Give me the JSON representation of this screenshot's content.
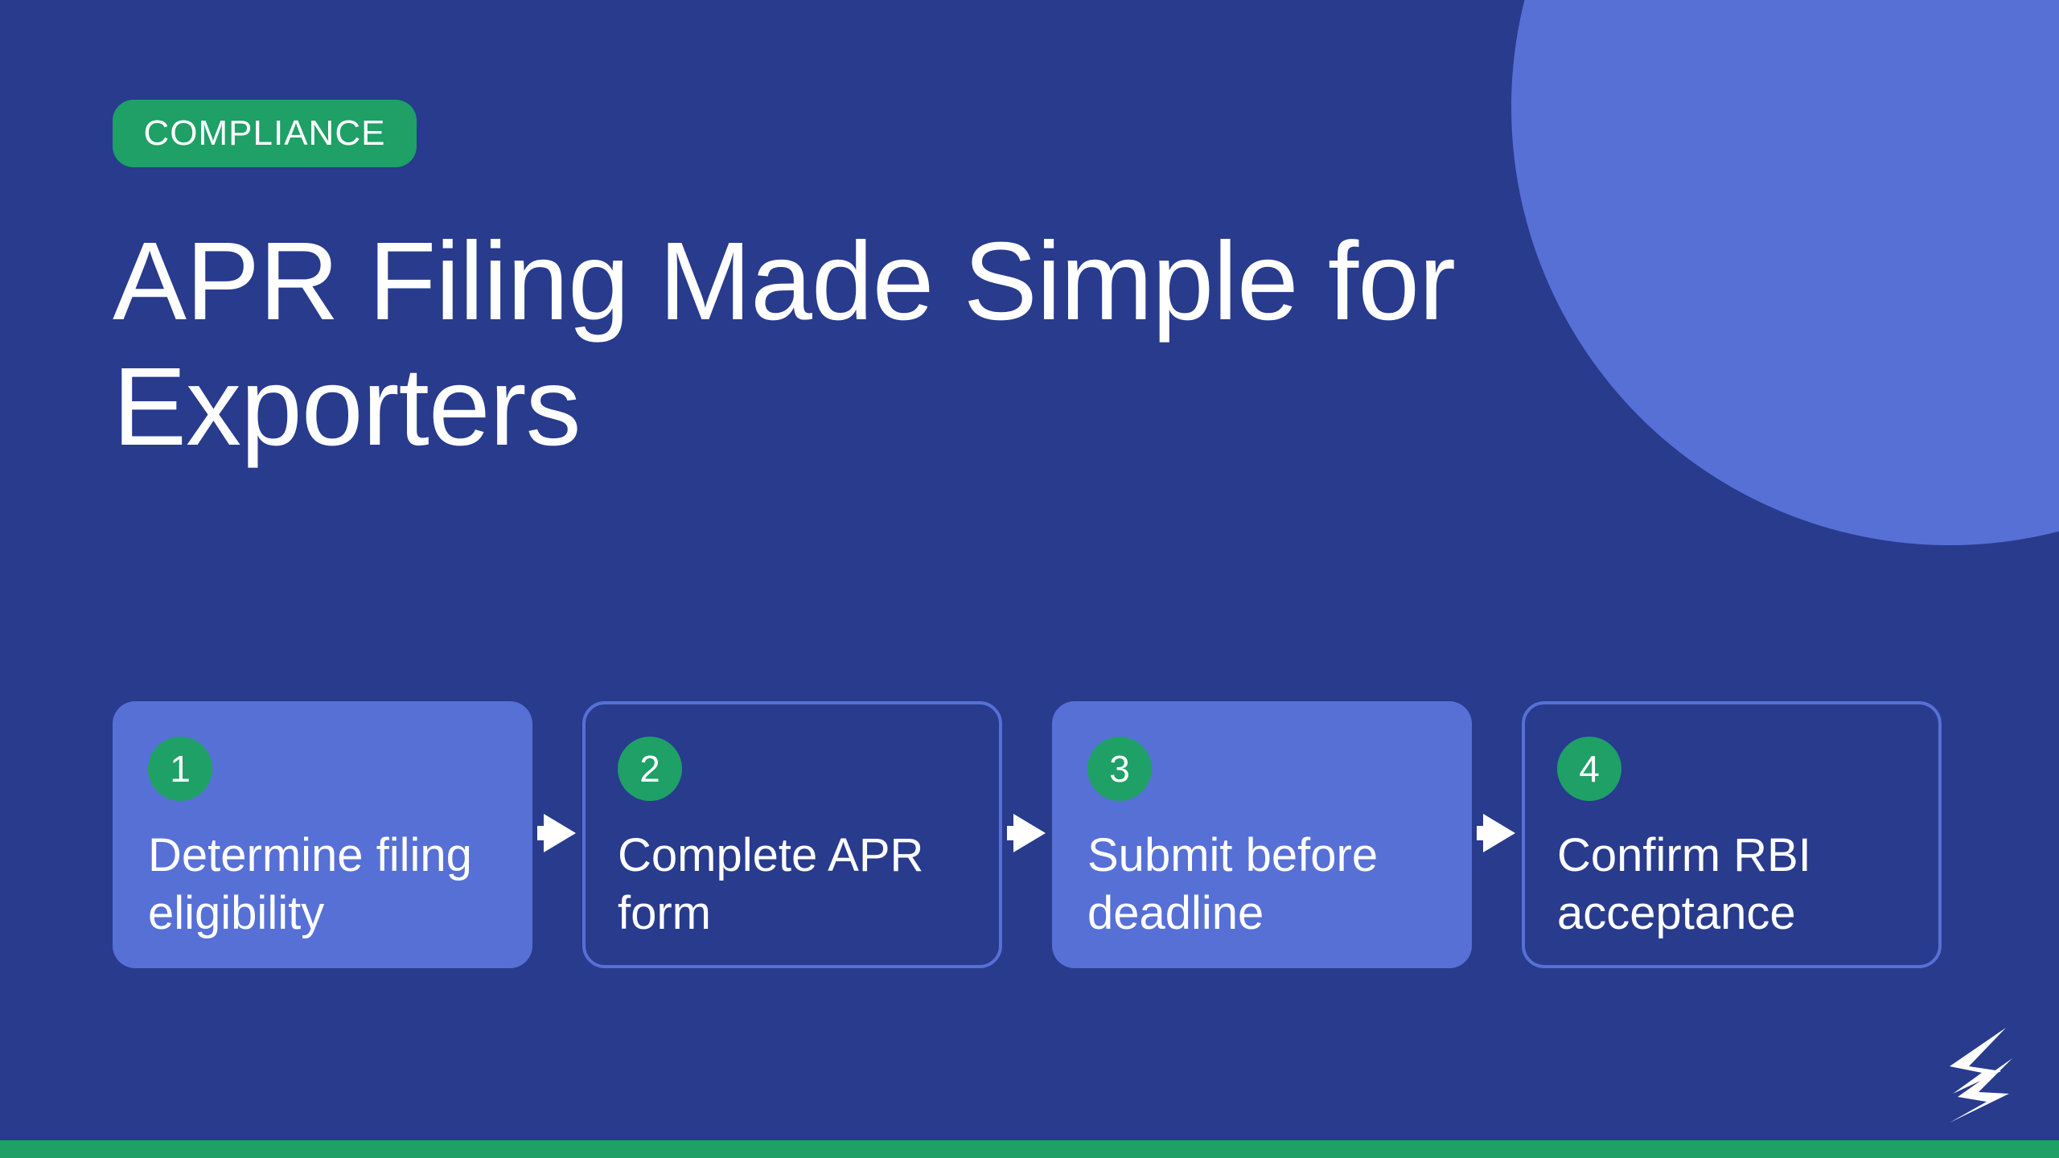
{
  "badge": {
    "label": "COMPLIANCE"
  },
  "title": {
    "line1": "APR Filing Made Simple for",
    "line2": "Exporters"
  },
  "steps": [
    {
      "number": "1",
      "text_line1": "Determine filing",
      "text_line2": "eligibility",
      "style": "filled"
    },
    {
      "number": "2",
      "text_line1": "Complete APR",
      "text_line2": "form",
      "style": "outlined"
    },
    {
      "number": "3",
      "text_line1": "Submit before",
      "text_line2": "deadline",
      "style": "filled"
    },
    {
      "number": "4",
      "text_line1": "Confirm RBI",
      "text_line2": "acceptance",
      "style": "outlined"
    }
  ],
  "colors": {
    "background": "#283b8d",
    "accent_blue": "#5770d6",
    "accent_green": "#1ea067",
    "text": "#ffffff"
  },
  "icons": {
    "logo": "brand-logo-icon",
    "arrow": "arrow-right-icon"
  }
}
